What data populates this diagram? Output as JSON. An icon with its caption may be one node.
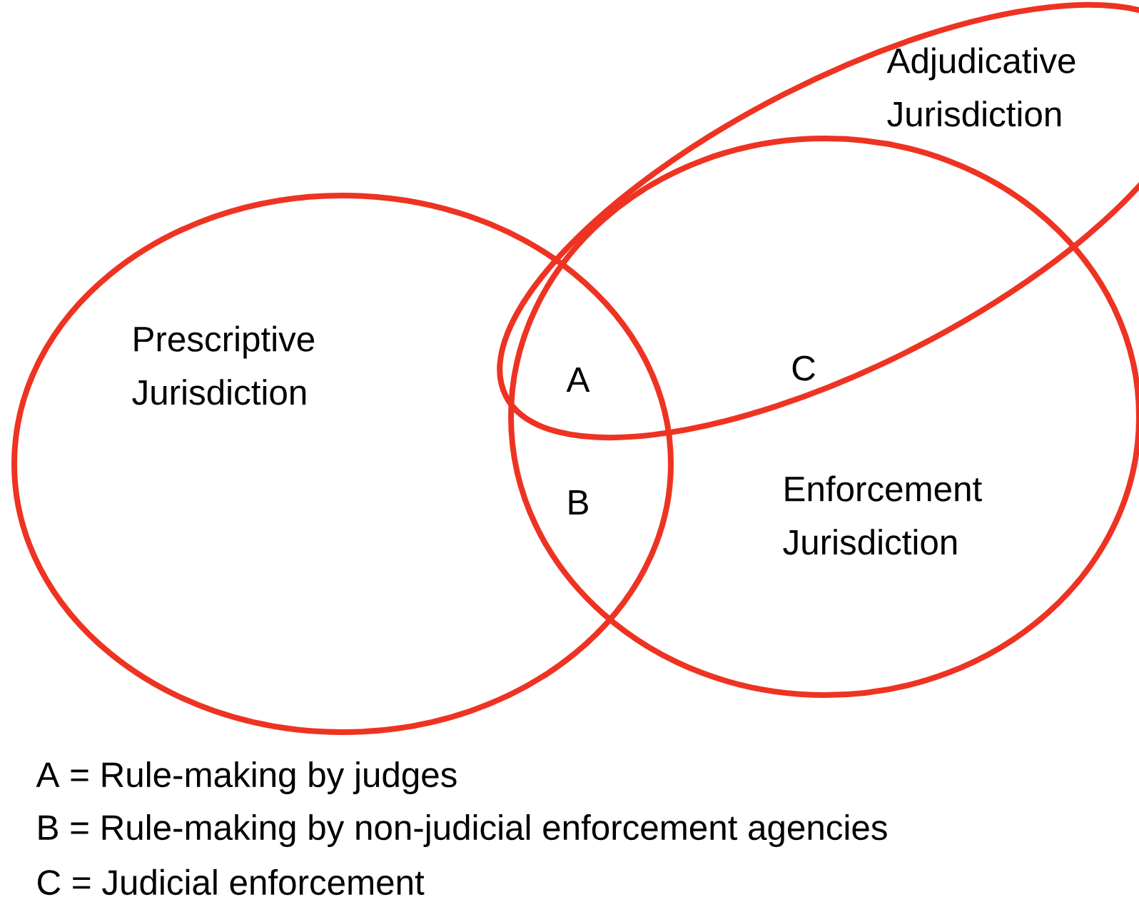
{
  "diagram": {
    "nodes": [
      {
        "text": [
          "Prescriptive Jurisdiction"
        ]
      },
      {
        "text": [
          "Enforcement Jurisdiction"
        ]
      },
      {
        "text": [
          "Adjudicative Jurisdiction"
        ]
      }
    ],
    "labels": [
      "A",
      "C",
      "B",
      "A = Rule-making by judges",
      "B = Rule-making by non-judicial enforcement agencies",
      "C = Judicial enforcement"
    ]
  }
}
